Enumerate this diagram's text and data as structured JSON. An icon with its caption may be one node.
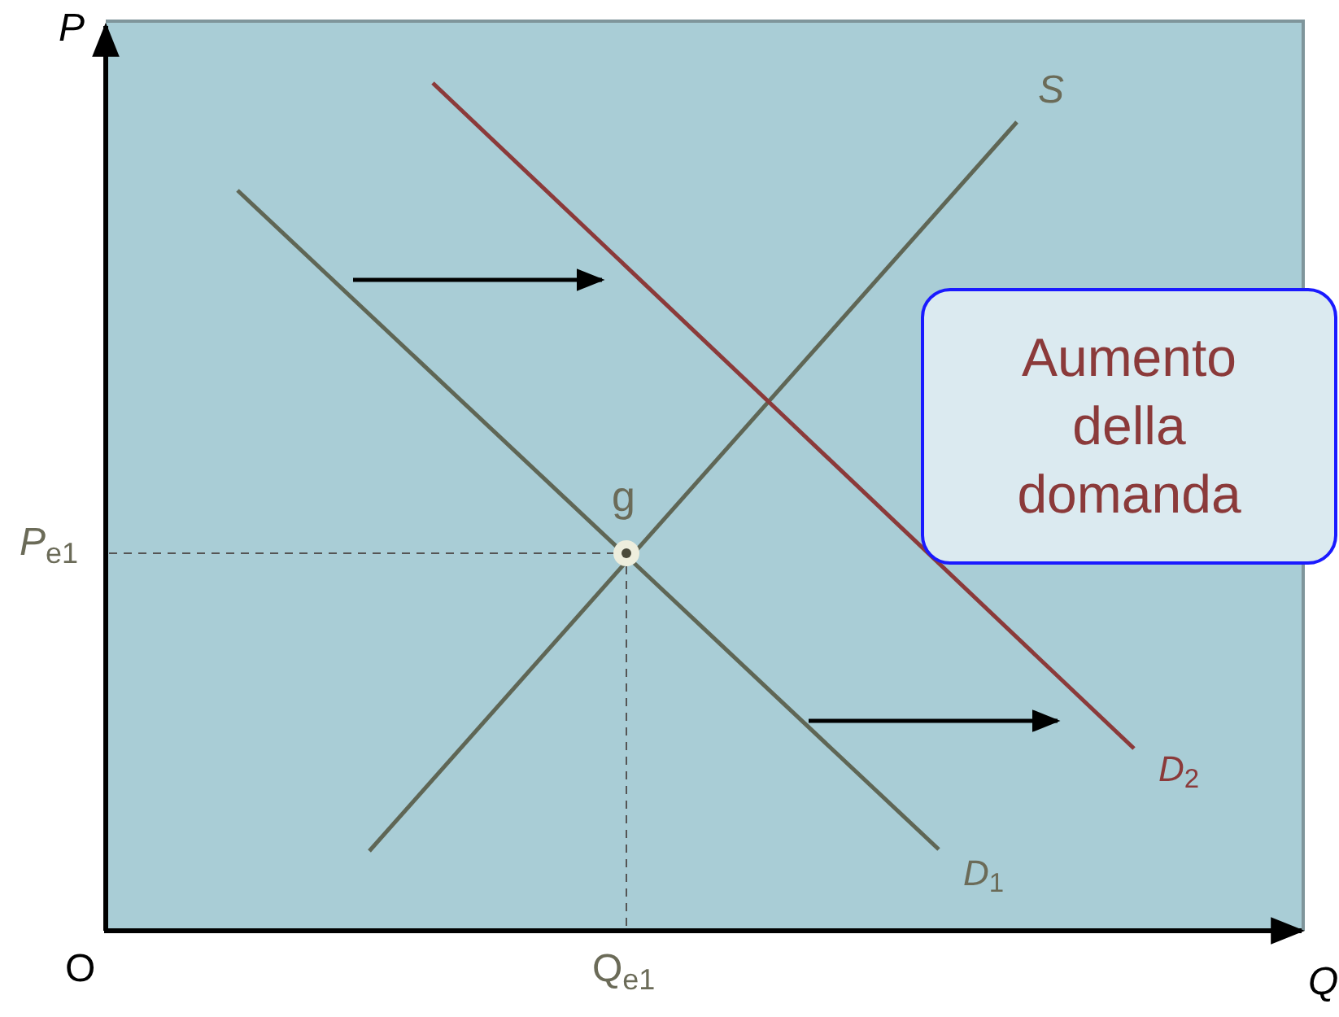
{
  "diagram": {
    "nodes": [
      {
        "text": [
          "Aumento della domanda"
        ]
      }
    ],
    "edges": [],
    "labels": [
      "*P*",
      "*S*",
      "g",
      "*P*$_{e1}$",
      "*D*$_{2}$",
      "*D*$_{1}$",
      "O",
      "Q$_{e1}$",
      "*Q*"
    ]
  }
}
